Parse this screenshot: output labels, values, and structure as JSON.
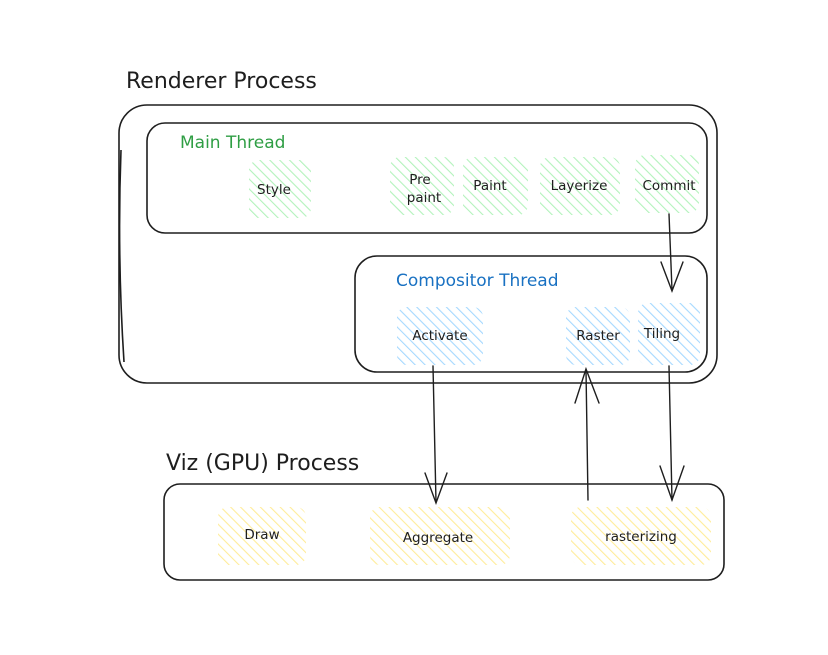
{
  "renderer_process": {
    "title": "Renderer Process",
    "main_thread": {
      "title": "Main Thread",
      "title_color": "#2f9e44",
      "fill_color": "#b2f2bb",
      "nodes": [
        "Style",
        "Pre\npaint",
        "Paint",
        "Layerize",
        "Commit"
      ]
    },
    "compositor_thread": {
      "title": "Compositor Thread",
      "title_color": "#1971c2",
      "fill_color": "#a5d8ff",
      "nodes": [
        "Activate",
        "Raster",
        "Tiling"
      ]
    }
  },
  "viz_process": {
    "title": "Viz (GPU) Process",
    "fill_color": "#ffec99",
    "nodes": [
      "Draw",
      "Aggregate",
      "rasterizing"
    ]
  }
}
